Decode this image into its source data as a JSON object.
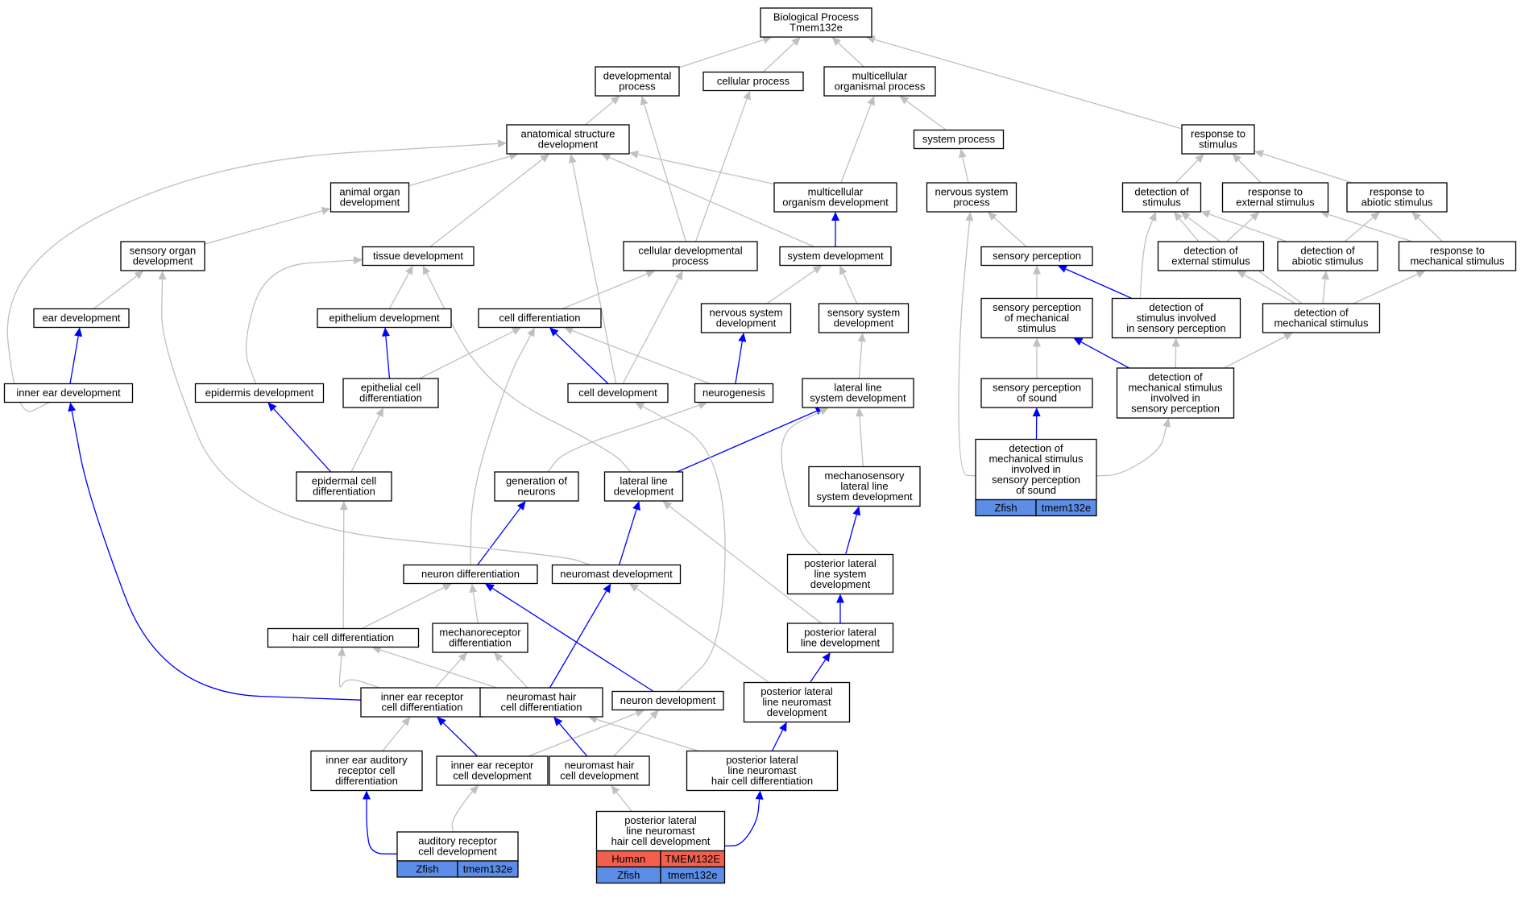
{
  "colors": {
    "gray_edge": "#c0c0c0",
    "blue_edge": "#0000ff",
    "human": "#f25f4c",
    "zfish": "#5c8ee8"
  },
  "nodes": [
    {
      "id": "bp",
      "lines": [
        "Biological Process",
        "Tmem132e"
      ]
    },
    {
      "id": "devproc",
      "lines": [
        "developmental",
        "process"
      ]
    },
    {
      "id": "cellproc",
      "lines": [
        "cellular process"
      ]
    },
    {
      "id": "mop",
      "lines": [
        "multicellular",
        "organismal process"
      ]
    },
    {
      "id": "asd",
      "lines": [
        "anatomical structure",
        "development"
      ]
    },
    {
      "id": "sysproc",
      "lines": [
        "system process"
      ]
    },
    {
      "id": "rts",
      "lines": [
        "response to",
        "stimulus"
      ]
    },
    {
      "id": "aod",
      "lines": [
        "animal organ",
        "development"
      ]
    },
    {
      "id": "mod",
      "lines": [
        "multicellular",
        "organism development"
      ]
    },
    {
      "id": "nsp",
      "lines": [
        "nervous system",
        "process"
      ]
    },
    {
      "id": "dos",
      "lines": [
        "detection of",
        "stimulus"
      ]
    },
    {
      "id": "res",
      "lines": [
        "response to",
        "external stimulus"
      ]
    },
    {
      "id": "ras",
      "lines": [
        "response to",
        "abiotic stimulus"
      ]
    },
    {
      "id": "sod",
      "lines": [
        "sensory organ",
        "development"
      ]
    },
    {
      "id": "td",
      "lines": [
        "tissue development"
      ]
    },
    {
      "id": "cdp",
      "lines": [
        "cellular developmental",
        "process"
      ]
    },
    {
      "id": "sysdev",
      "lines": [
        "system development"
      ]
    },
    {
      "id": "sp",
      "lines": [
        "sensory perception"
      ]
    },
    {
      "id": "does",
      "lines": [
        "detection of",
        "external stimulus"
      ]
    },
    {
      "id": "doas",
      "lines": [
        "detection of",
        "abiotic stimulus"
      ]
    },
    {
      "id": "rtms",
      "lines": [
        "response to",
        "mechanical stimulus"
      ]
    },
    {
      "id": "eard",
      "lines": [
        "ear development"
      ]
    },
    {
      "id": "epid",
      "lines": [
        "epithelium development"
      ]
    },
    {
      "id": "celldiff",
      "lines": [
        "cell differentiation"
      ]
    },
    {
      "id": "nsd",
      "lines": [
        "nervous system",
        "development"
      ]
    },
    {
      "id": "ssd",
      "lines": [
        "sensory system",
        "development"
      ]
    },
    {
      "id": "spms",
      "lines": [
        "sensory perception",
        "of mechanical",
        "stimulus"
      ]
    },
    {
      "id": "dosisp",
      "lines": [
        "detection of",
        "stimulus involved",
        "in sensory perception"
      ]
    },
    {
      "id": "doms",
      "lines": [
        "detection of",
        "mechanical stimulus"
      ]
    },
    {
      "id": "ied",
      "lines": [
        "inner ear development"
      ]
    },
    {
      "id": "epidd",
      "lines": [
        "epidermis development"
      ]
    },
    {
      "id": "epcd",
      "lines": [
        "epithelial cell",
        "differentiation"
      ]
    },
    {
      "id": "celldev",
      "lines": [
        "cell development"
      ]
    },
    {
      "id": "neurog",
      "lines": [
        "neurogenesis"
      ]
    },
    {
      "id": "llsd",
      "lines": [
        "lateral line",
        "system development"
      ]
    },
    {
      "id": "spos",
      "lines": [
        "sensory perception",
        "of sound"
      ]
    },
    {
      "id": "domsisp",
      "lines": [
        "detection of",
        "mechanical stimulus",
        "involved in",
        "sensory perception"
      ]
    },
    {
      "id": "domsispos",
      "lines": [
        "detection of",
        "mechanical stimulus",
        "involved in",
        "sensory perception",
        "of sound"
      ],
      "rows": [
        [
          "Zfish",
          "tmem132e"
        ]
      ]
    },
    {
      "id": "epicd",
      "lines": [
        "epidermal cell",
        "differentiation"
      ]
    },
    {
      "id": "gon",
      "lines": [
        "generation of",
        "neurons"
      ]
    },
    {
      "id": "lld",
      "lines": [
        "lateral line",
        "development"
      ]
    },
    {
      "id": "mllsd",
      "lines": [
        "mechanosensory",
        "lateral line",
        "system development"
      ]
    },
    {
      "id": "neurdiff",
      "lines": [
        "neuron differentiation"
      ]
    },
    {
      "id": "nmd",
      "lines": [
        "neuromast development"
      ]
    },
    {
      "id": "pllsd",
      "lines": [
        "posterior lateral",
        "line system",
        "development"
      ]
    },
    {
      "id": "hcd",
      "lines": [
        "hair cell differentiation"
      ]
    },
    {
      "id": "mrd",
      "lines": [
        "mechanoreceptor",
        "differentiation"
      ]
    },
    {
      "id": "plld",
      "lines": [
        "posterior lateral",
        "line development"
      ]
    },
    {
      "id": "iercd",
      "lines": [
        "inner ear receptor",
        "cell differentiation"
      ]
    },
    {
      "id": "nmhcd",
      "lines": [
        "neuromast hair",
        "cell differentiation"
      ]
    },
    {
      "id": "neurdev",
      "lines": [
        "neuron development"
      ]
    },
    {
      "id": "pllnd",
      "lines": [
        "posterior lateral",
        "line neuromast",
        "development"
      ]
    },
    {
      "id": "iearcd",
      "lines": [
        "inner ear auditory",
        "receptor cell",
        "differentiation"
      ]
    },
    {
      "id": "iercdev",
      "lines": [
        "inner ear receptor",
        "cell development"
      ]
    },
    {
      "id": "nmhcdev",
      "lines": [
        "neuromast hair",
        "cell development"
      ]
    },
    {
      "id": "pllnhcd",
      "lines": [
        "posterior lateral",
        "line neuromast",
        "hair cell differentiation"
      ]
    },
    {
      "id": "arcd",
      "lines": [
        "auditory receptor",
        "cell development"
      ],
      "rows": [
        [
          "Zfish",
          "tmem132e"
        ]
      ]
    },
    {
      "id": "pllnhcdev",
      "lines": [
        "posterior lateral",
        "line neuromast",
        "hair cell development"
      ],
      "rows": [
        [
          "Human",
          "TMEM132E"
        ],
        [
          "Zfish",
          "tmem132e"
        ]
      ]
    }
  ]
}
